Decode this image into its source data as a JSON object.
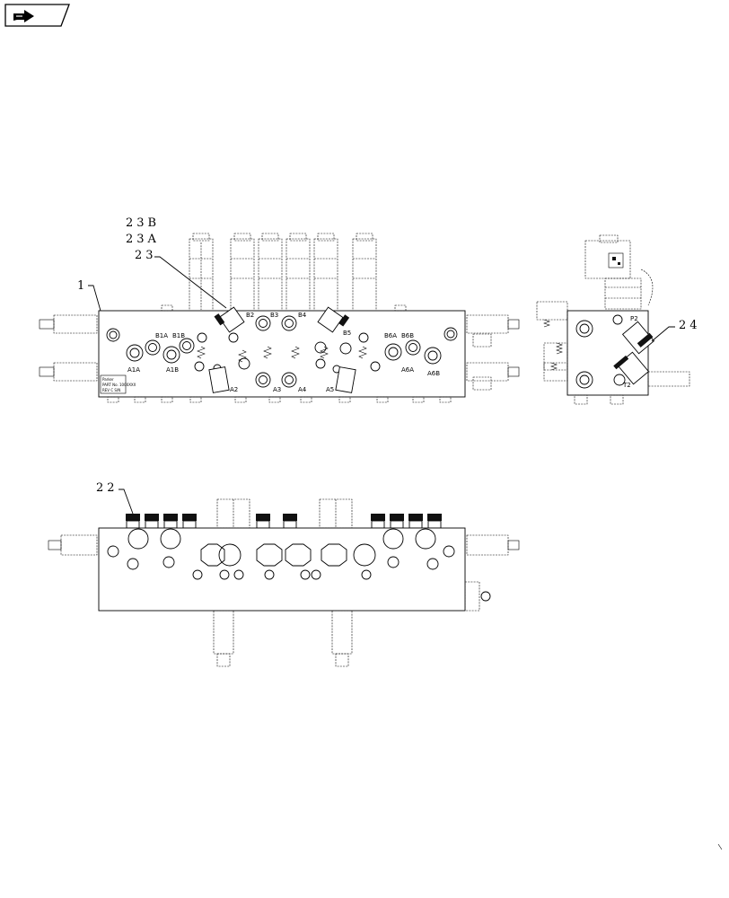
{
  "callouts": {
    "c23b": "23B",
    "c23a": "23A",
    "c23": "23",
    "c1": "1",
    "c24": "24",
    "c22": "22"
  },
  "port_labels": {
    "b1a": "B1A",
    "b1b": "B1B",
    "a1a": "A1A",
    "a1b": "A1B",
    "b2": "B2",
    "b3": "B3",
    "b4": "B4",
    "b5": "B5",
    "b6a": "B6A",
    "b6b": "B6B",
    "a6a": "A6A",
    "a6b": "A6B",
    "a2": "A2",
    "a3": "A3",
    "a4": "A4",
    "a5": "A5",
    "p2": "P2",
    "t2": "T2"
  },
  "nameplate": {
    "brand": "Parker",
    "line1": "PART No. 1000XXX",
    "line2": "REV C  S/N"
  },
  "nav_icon": "arrow-right-icon"
}
